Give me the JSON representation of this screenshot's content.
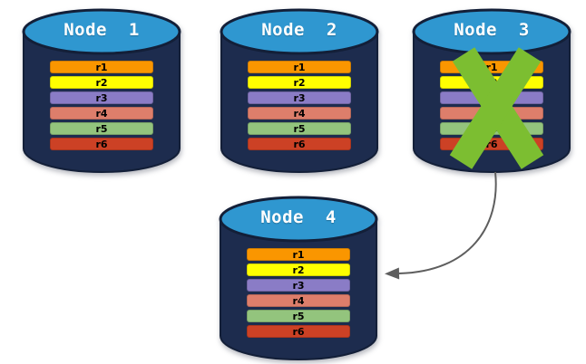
{
  "colors": {
    "cylinder_body": "#1D2C4E",
    "cylinder_outline": "#131F38",
    "cylinder_top": "#2F97D0",
    "cross": "#7CBE31",
    "arrow": "#5E5E5E"
  },
  "nodes": [
    {
      "id": "node-1",
      "title": "Node  1",
      "failed": false,
      "rows": [
        {
          "label": "r1",
          "color": "#FA9600"
        },
        {
          "label": "r2",
          "color": "#FFFF00"
        },
        {
          "label": "r3",
          "color": "#8A7CC6"
        },
        {
          "label": "r4",
          "color": "#DD7E6B"
        },
        {
          "label": "r5",
          "color": "#93C47D"
        },
        {
          "label": "r6",
          "color": "#CC4125"
        }
      ]
    },
    {
      "id": "node-2",
      "title": "Node  2",
      "failed": false,
      "rows": [
        {
          "label": "r1",
          "color": "#FA9600"
        },
        {
          "label": "r2",
          "color": "#FFFF00"
        },
        {
          "label": "r3",
          "color": "#8A7CC6"
        },
        {
          "label": "r4",
          "color": "#DD7E6B"
        },
        {
          "label": "r5",
          "color": "#93C47D"
        },
        {
          "label": "r6",
          "color": "#CC4125"
        }
      ]
    },
    {
      "id": "node-3",
      "title": "Node  3",
      "failed": true,
      "rows": [
        {
          "label": "r1",
          "color": "#FA9600"
        },
        {
          "label": "r2",
          "color": "#FFFF00"
        },
        {
          "label": "r3",
          "color": "#8A7CC6"
        },
        {
          "label": "r4",
          "color": "#DD7E6B"
        },
        {
          "label": "r5",
          "color": "#93C47D"
        },
        {
          "label": "r6",
          "color": "#CC4125"
        }
      ]
    },
    {
      "id": "node-4",
      "title": "Node  4",
      "failed": false,
      "rows": [
        {
          "label": "r1",
          "color": "#FA9600"
        },
        {
          "label": "r2",
          "color": "#FFFF00"
        },
        {
          "label": "r3",
          "color": "#8A7CC6"
        },
        {
          "label": "r4",
          "color": "#DD7E6B"
        },
        {
          "label": "r5",
          "color": "#93C47D"
        },
        {
          "label": "r6",
          "color": "#CC4125"
        }
      ]
    }
  ],
  "arrow": {
    "source": "Node 3",
    "target": "Node 4"
  }
}
